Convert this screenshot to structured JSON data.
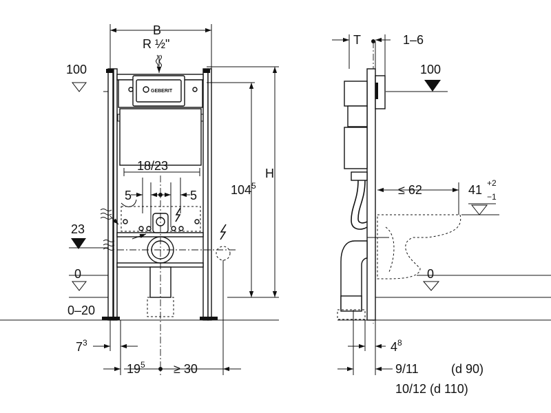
{
  "front_view": {
    "width_label": "B",
    "thread_label": "R ½\"",
    "level_100": "100",
    "level_23": "23",
    "level_0": "0",
    "range_0_20": "0–20",
    "spacing_18_23": "18/23",
    "offset_left_5": "5",
    "offset_right_5": "5",
    "height_label": "H",
    "height_104": "104",
    "height_104_sup": "5",
    "dim_7": "7",
    "dim_7_sup": "3",
    "dim_19": "19",
    "dim_19_sup": "5",
    "dim_ge_30": "≥ 30",
    "brand_text": "GEBERIT"
  },
  "side_view": {
    "thickness_label": "T",
    "range_1_6": "1–6",
    "level_100": "100",
    "dim_le_62": "≤ 62",
    "dim_41": "41",
    "dim_41_plus": "+2",
    "dim_41_minus": "−1",
    "level_0": "0",
    "dim_4": "4",
    "dim_4_sup": "8",
    "dim_9_11": "9/11",
    "dim_d90": "(d 90)",
    "dim_10_12": "10/12 (d 110)"
  }
}
